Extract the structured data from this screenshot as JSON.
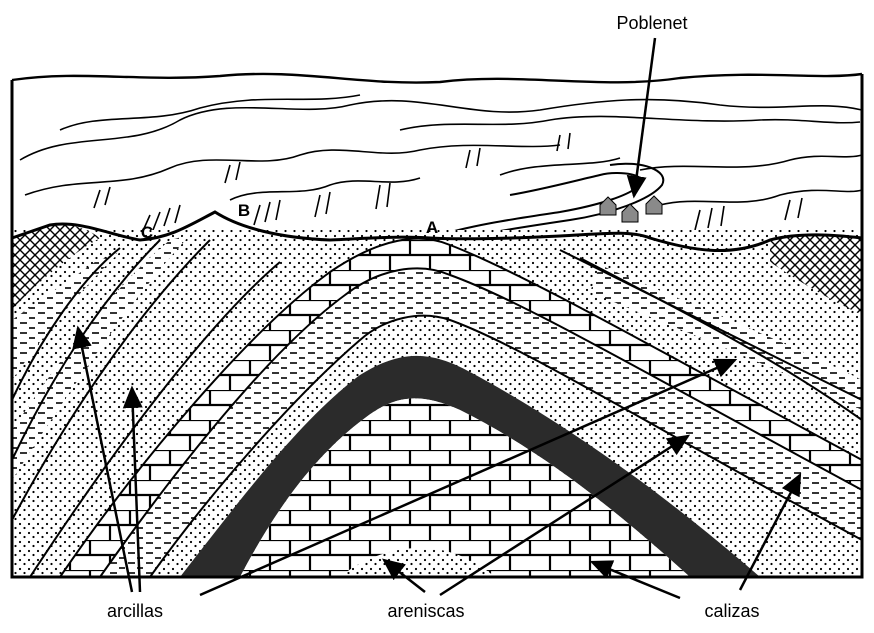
{
  "labels": {
    "town": "Poblenet",
    "point_a": "A",
    "point_b": "B",
    "point_c": "C",
    "clays": "arcillas",
    "sandstones": "areniscas",
    "limestones": "calizas"
  },
  "colors": {
    "ink": "#000000",
    "paper": "#ffffff",
    "dark_layer": "#2b2b2b",
    "houses": "#8a8a8a"
  }
}
